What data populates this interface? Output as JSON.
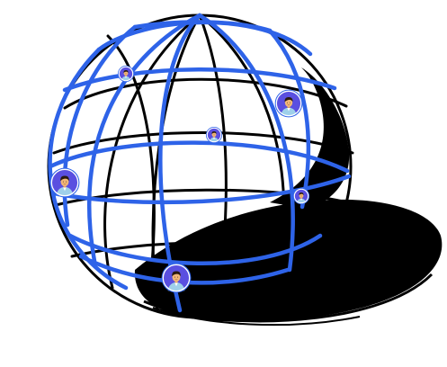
{
  "illustration": {
    "subject": "wireframe-globe-with-user-avatars",
    "icon": "globe-network-icon",
    "colors": {
      "background": "#ffffff",
      "wire_front": "#2e63e8",
      "wire_back": "#000000",
      "shadow": "#000000",
      "avatar_ring": "#4a5ee6",
      "avatar_skin": "#f2b777",
      "avatar_hair": "#2a1a10",
      "avatar_shirt": "#9fd0ea",
      "avatar_bg": "#5a4fe0"
    },
    "avatars": [
      {
        "name": "user-avatar-1",
        "icon": "person-icon"
      },
      {
        "name": "user-avatar-2",
        "icon": "person-icon"
      },
      {
        "name": "user-avatar-3",
        "icon": "person-icon"
      },
      {
        "name": "user-avatar-4",
        "icon": "person-icon"
      },
      {
        "name": "user-avatar-5",
        "icon": "person-icon"
      },
      {
        "name": "user-avatar-6",
        "icon": "person-icon"
      }
    ]
  }
}
